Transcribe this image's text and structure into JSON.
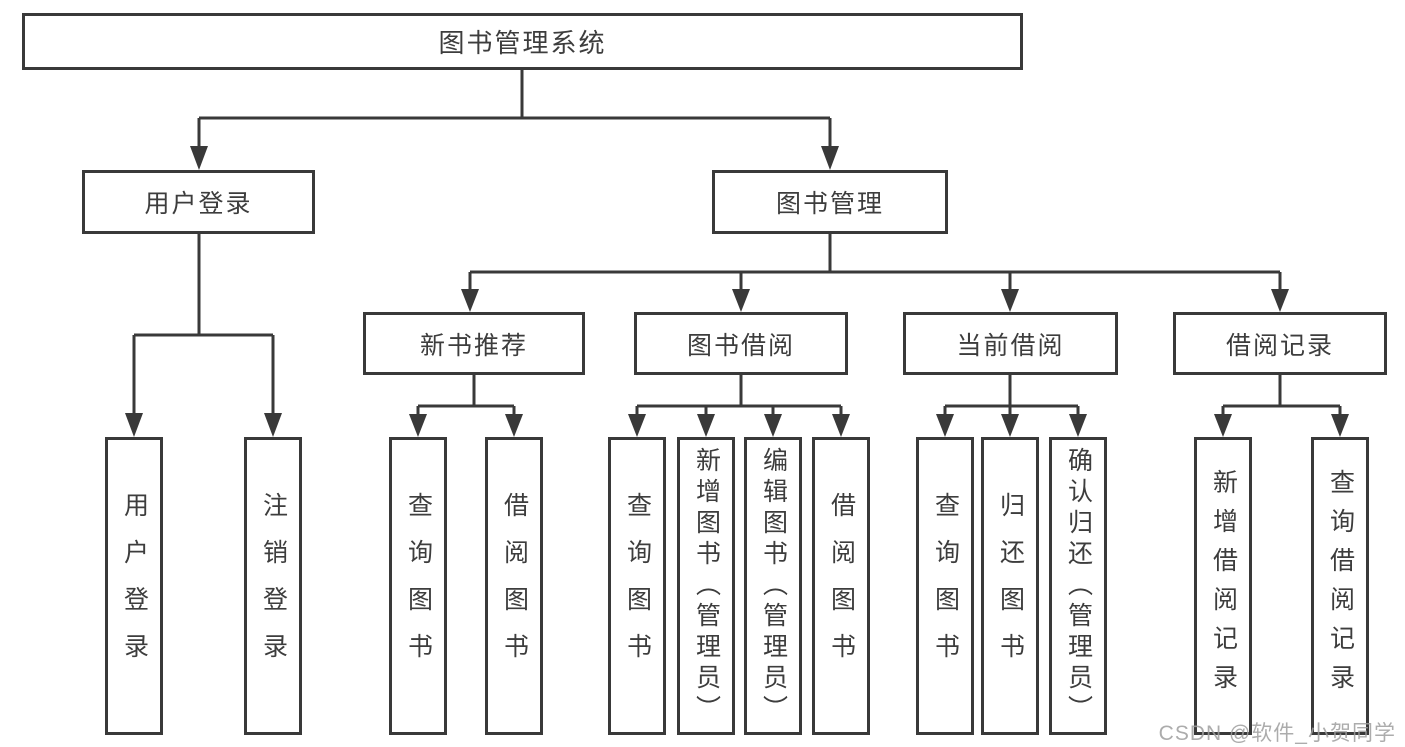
{
  "diagram": {
    "root": {
      "label": "图书管理系统"
    },
    "level2": [
      {
        "label": "用户登录",
        "parent": "图书管理系统"
      },
      {
        "label": "图书管理",
        "parent": "图书管理系统"
      }
    ],
    "level3": [
      {
        "label": "新书推荐",
        "parent": "图书管理"
      },
      {
        "label": "图书借阅",
        "parent": "图书管理"
      },
      {
        "label": "当前借阅",
        "parent": "图书管理"
      },
      {
        "label": "借阅记录",
        "parent": "图书管理"
      }
    ],
    "level4": [
      {
        "label": "用户登录",
        "parent": "用户登录"
      },
      {
        "label": "注销登录",
        "parent": "用户登录"
      },
      {
        "label": "查询图书",
        "parent": "新书推荐"
      },
      {
        "label": "借阅图书",
        "parent": "新书推荐"
      },
      {
        "label": "查询图书",
        "parent": "图书借阅"
      },
      {
        "label": "新增图书（管理员）",
        "parent": "图书借阅"
      },
      {
        "label": "编辑图书（管理员）",
        "parent": "图书借阅"
      },
      {
        "label": "借阅图书",
        "parent": "图书借阅"
      },
      {
        "label": "查询图书",
        "parent": "当前借阅"
      },
      {
        "label": "归还图书",
        "parent": "当前借阅"
      },
      {
        "label": "确认归还（管理员）",
        "parent": "当前借阅"
      },
      {
        "label": "新增借阅记录",
        "parent": "借阅记录"
      },
      {
        "label": "查询借阅记录",
        "parent": "借阅记录"
      }
    ],
    "watermark": "CSDN @软件_小贺同学",
    "colors": {
      "line": "#393939",
      "box_border": "#393939",
      "text": "#3d3d3d",
      "background": "#ffffff",
      "watermark": "#9e9e9e"
    }
  }
}
